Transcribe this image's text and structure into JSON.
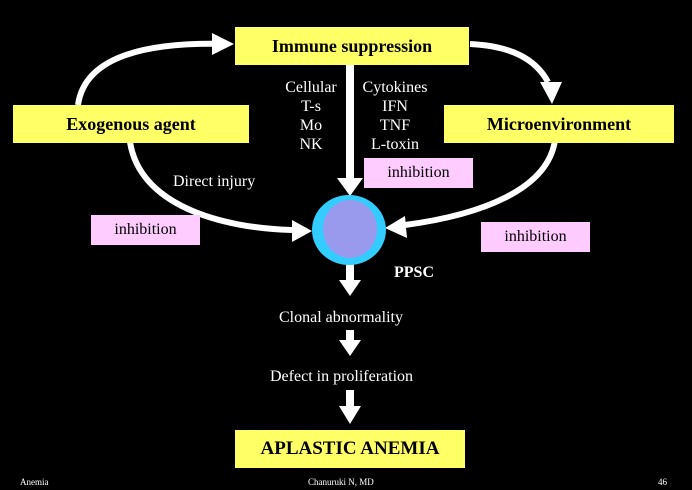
{
  "boxes": {
    "immune_suppression": "Immune suppression",
    "exogenous_agent": "Exogenous agent",
    "microenvironment": "Microenvironment",
    "aplastic_anemia": "APLASTIC ANEMIA"
  },
  "mechanisms": {
    "cellular": [
      "Cellular",
      "T-s",
      "Mo",
      "NK"
    ],
    "cytokines": [
      "Cytokines",
      "IFN",
      "TNF",
      "L-toxin"
    ]
  },
  "labels": {
    "direct_injury": "Direct injury",
    "inhibition_left": "inhibition",
    "inhibition_center": "inhibition",
    "inhibition_right": "inhibition",
    "ppsc": "PPSC",
    "clonal_abnormality": "Clonal abnormality",
    "defect_in_proliferation": "Defect in proliferation"
  },
  "footer": {
    "left": "Anemia",
    "center": "Chanuruki N, MD",
    "right": "46"
  },
  "colors": {
    "background": "#000000",
    "yellow_box": "#ffff66",
    "pink_box": "#ffccff",
    "arrow": "#ffffff",
    "cell_outer": "#33ccff",
    "cell_inner": "#9999ee"
  }
}
